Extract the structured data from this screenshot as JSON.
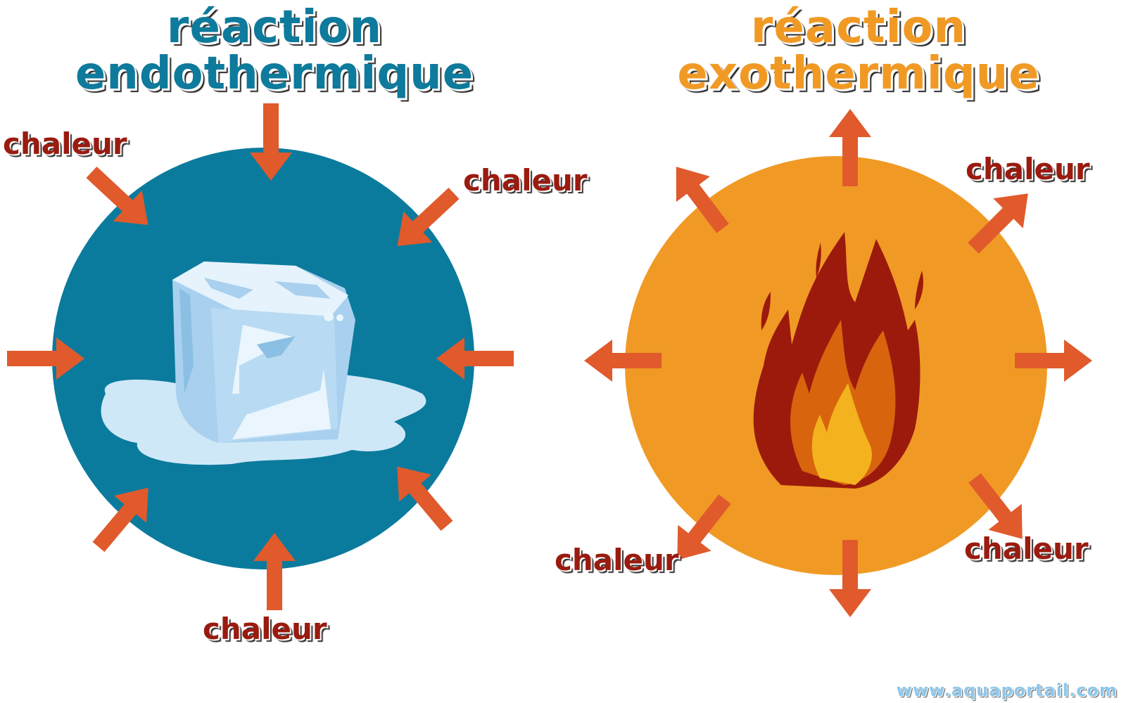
{
  "endothermic": {
    "title_line1": "réaction",
    "title_line2": "endothermique",
    "title_color": "#0e7a9c",
    "circle_color": "#0b7b9d",
    "illustration": "melting-ice-cube",
    "arrow_direction": "inward",
    "labels": [
      "chaleur",
      "chaleur",
      "chaleur"
    ]
  },
  "exothermic": {
    "title_line1": "réaction",
    "title_line2": "exothermique",
    "title_color": "#f09a25",
    "circle_color": "#f09a25",
    "illustration": "flame",
    "arrow_direction": "outward",
    "labels": [
      "chaleur",
      "chaleur",
      "chaleur"
    ]
  },
  "colors": {
    "arrow": "#e05a2c",
    "label_text": "#9a1b10"
  },
  "watermark": "www.aquaportail.com"
}
